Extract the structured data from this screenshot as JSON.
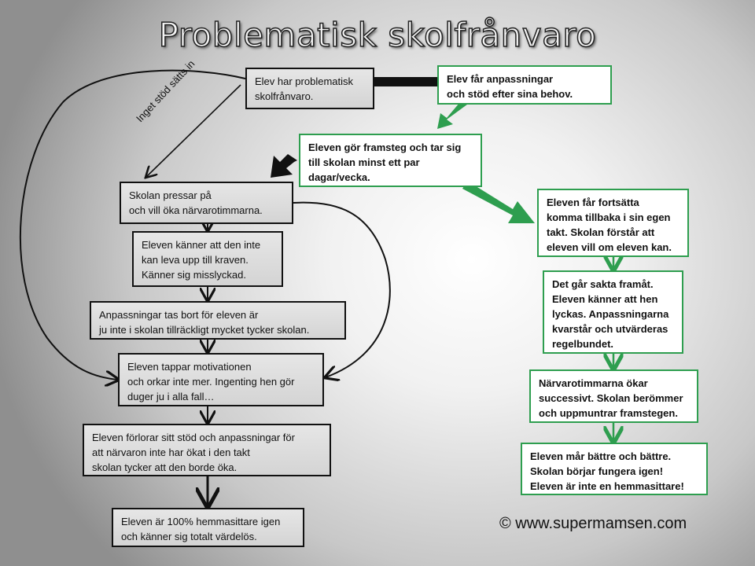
{
  "title": "Problematisk skolfrånvaro",
  "edge_label": "Inget stöd sätts in",
  "negative_path": [
    {
      "lines": [
        "Elev har problematisk",
        "skolfrånvaro."
      ]
    },
    {
      "lines": [
        "Skolan  pressar på",
        "och vill  öka närvarotimmarna."
      ]
    },
    {
      "lines": [
        "Eleven känner att den inte",
        "kan leva upp till kraven.",
        "Känner sig misslyckad."
      ]
    },
    {
      "lines": [
        "Anpassningar tas bort för eleven är",
        "ju inte i skolan tillräckligt mycket tycker skolan."
      ]
    },
    {
      "lines": [
        "Eleven tappar motivationen",
        "och orkar inte mer. Ingenting hen gör",
        "duger ju i alla fall…"
      ]
    },
    {
      "lines": [
        "Eleven förlorar sitt stöd och  anpassningar för",
        "att närvaron inte har ökat i den takt",
        "skolan tycker att den borde öka."
      ]
    },
    {
      "lines": [
        "Eleven är 100% hemmasittare igen",
        "och känner sig totalt värdelös."
      ]
    }
  ],
  "positive_path": [
    {
      "lines": [
        "Elev får anpassningar",
        "och stöd efter sina behov."
      ]
    },
    {
      "lines": [
        "Eleven  gör framsteg och tar sig",
        "till  skolan minst ett par",
        "dagar/vecka."
      ]
    },
    {
      "lines": [
        "Eleven  får fortsätta",
        "komma tillbaka i sin egen",
        "takt. Skolan förstår att",
        "eleven vill om eleven kan."
      ]
    },
    {
      "lines": [
        "Det går sakta framåt.",
        "Eleven känner att hen",
        "lyckas. Anpassningarna",
        "kvarstår och utvärderas",
        "regelbundet."
      ]
    },
    {
      "lines": [
        "Närvarotimmarna ökar",
        "successivt. Skolan berömmer",
        "och uppmuntrar framstegen."
      ]
    },
    {
      "lines": [
        "Eleven  mår bättre och bättre.",
        "Skolan börjar fungera igen!",
        "Eleven är inte en hemmasittare!"
      ]
    }
  ],
  "copyright": "© www.supermamsen.com",
  "colors": {
    "green": "#2e9e4f",
    "black": "#111111"
  }
}
